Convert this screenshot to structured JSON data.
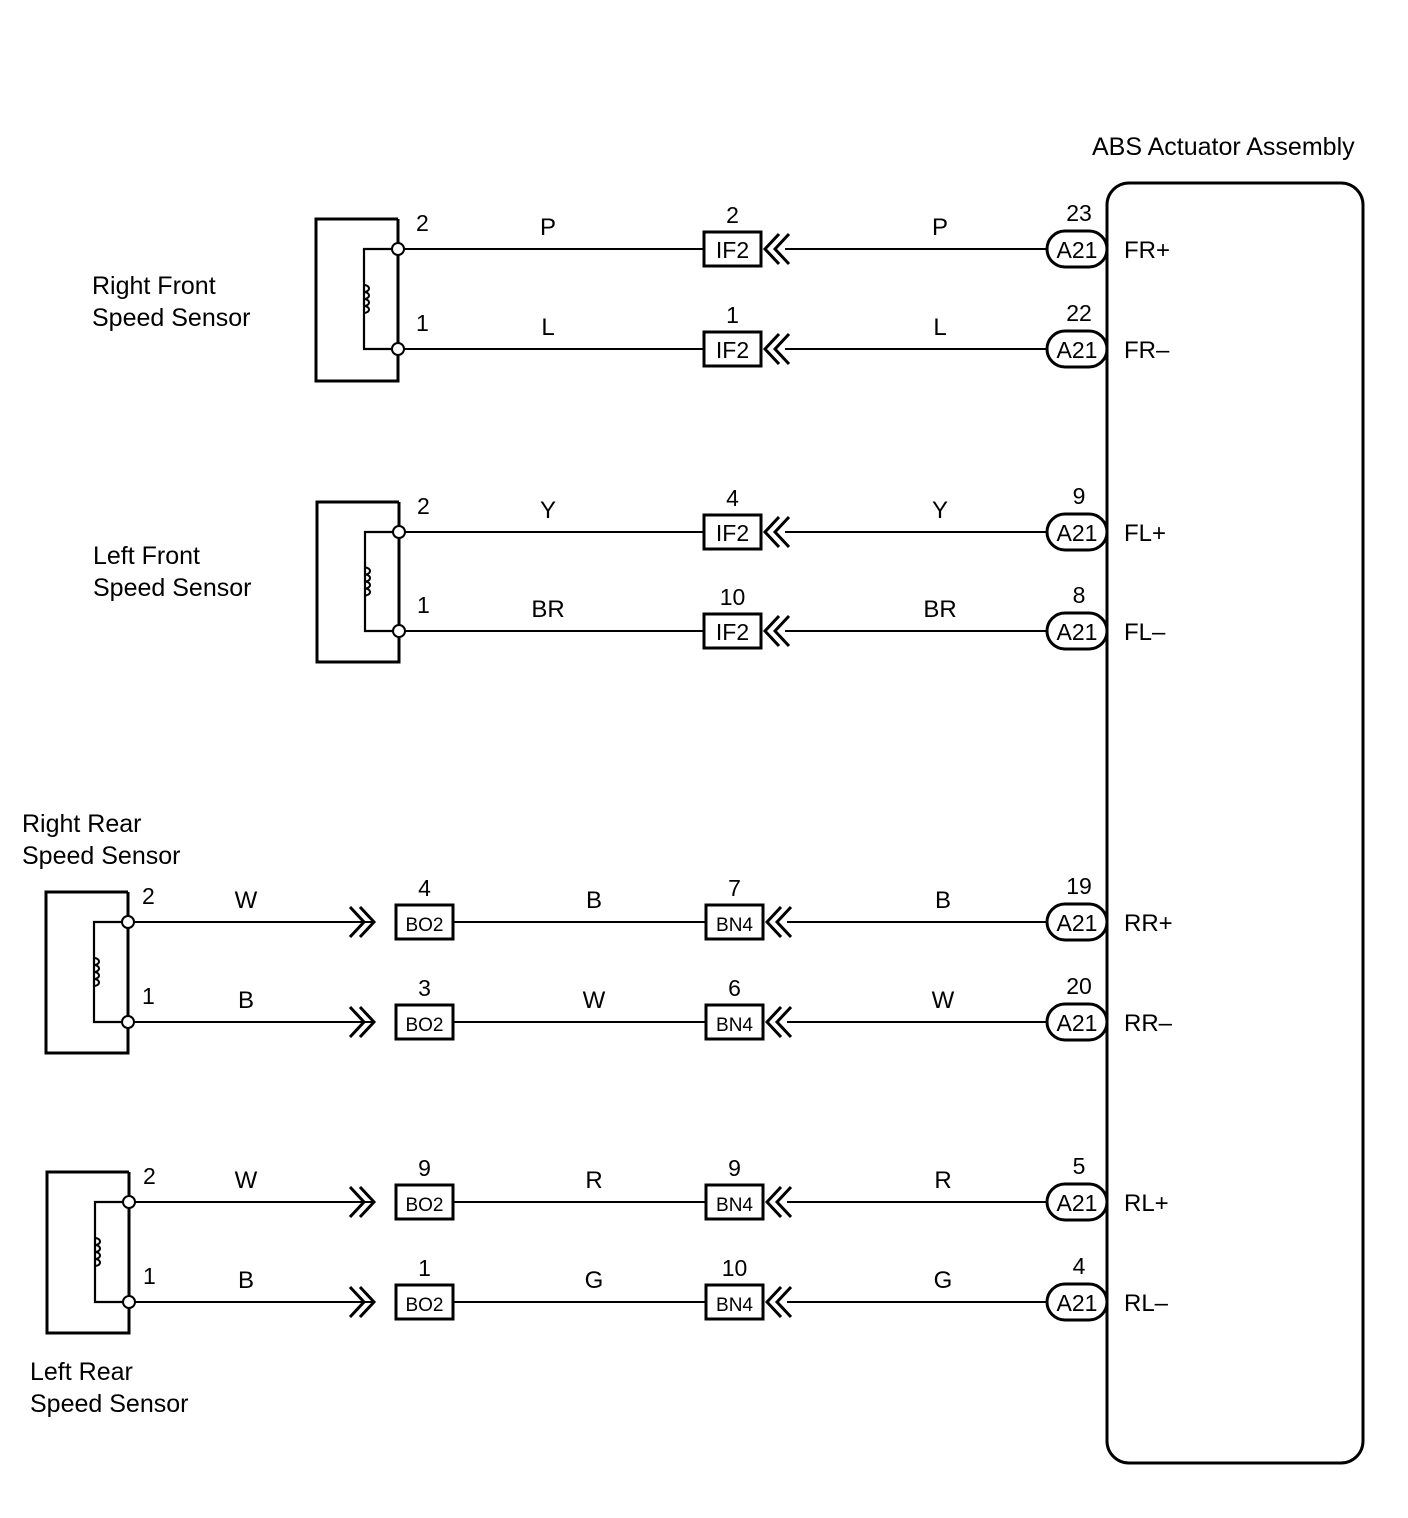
{
  "title": "ABS Actuator Assembly",
  "sensors": [
    {
      "name_line1": "Right Front",
      "name_line2": "Speed Sensor"
    },
    {
      "name_line1": "Left Front",
      "name_line2": "Speed Sensor"
    },
    {
      "name_line1": "Right Rear",
      "name_line2": "Speed Sensor"
    },
    {
      "name_line1": "Left Rear",
      "name_line2": "Speed Sensor"
    }
  ],
  "circuits": [
    {
      "sensor_pin": "2",
      "sensor_wire": "P",
      "mid_connector": "IF2",
      "mid_pin": "2",
      "ecu_wire": "P",
      "ecu_connector": "A21",
      "ecu_pin": "23",
      "terminal": "FR+"
    },
    {
      "sensor_pin": "1",
      "sensor_wire": "L",
      "mid_connector": "IF2",
      "mid_pin": "1",
      "ecu_wire": "L",
      "ecu_connector": "A21",
      "ecu_pin": "22",
      "terminal": "FR–"
    },
    {
      "sensor_pin": "2",
      "sensor_wire": "Y",
      "mid_connector": "IF2",
      "mid_pin": "4",
      "ecu_wire": "Y",
      "ecu_connector": "A21",
      "ecu_pin": "9",
      "terminal": "FL+"
    },
    {
      "sensor_pin": "1",
      "sensor_wire": "BR",
      "mid_connector": "IF2",
      "mid_pin": "10",
      "ecu_wire": "BR",
      "ecu_connector": "A21",
      "ecu_pin": "8",
      "terminal": "FL–"
    },
    {
      "sensor_pin": "2",
      "sensor_wire": "W",
      "first_connector": "BO2",
      "first_pin": "4",
      "middle_wire": "B",
      "mid_connector": "BN4",
      "mid_pin": "7",
      "ecu_wire": "B",
      "ecu_connector": "A21",
      "ecu_pin": "19",
      "terminal": "RR+"
    },
    {
      "sensor_pin": "1",
      "sensor_wire": "B",
      "first_connector": "BO2",
      "first_pin": "3",
      "middle_wire": "W",
      "mid_connector": "BN4",
      "mid_pin": "6",
      "ecu_wire": "W",
      "ecu_connector": "A21",
      "ecu_pin": "20",
      "terminal": "RR–"
    },
    {
      "sensor_pin": "2",
      "sensor_wire": "W",
      "first_connector": "BO2",
      "first_pin": "9",
      "middle_wire": "R",
      "mid_connector": "BN4",
      "mid_pin": "9",
      "ecu_wire": "R",
      "ecu_connector": "A21",
      "ecu_pin": "5",
      "terminal": "RL+"
    },
    {
      "sensor_pin": "1",
      "sensor_wire": "B",
      "first_connector": "BO2",
      "first_pin": "1",
      "middle_wire": "G",
      "mid_connector": "BN4",
      "mid_pin": "10",
      "ecu_wire": "G",
      "ecu_connector": "A21",
      "ecu_pin": "4",
      "terminal": "RL–"
    }
  ]
}
